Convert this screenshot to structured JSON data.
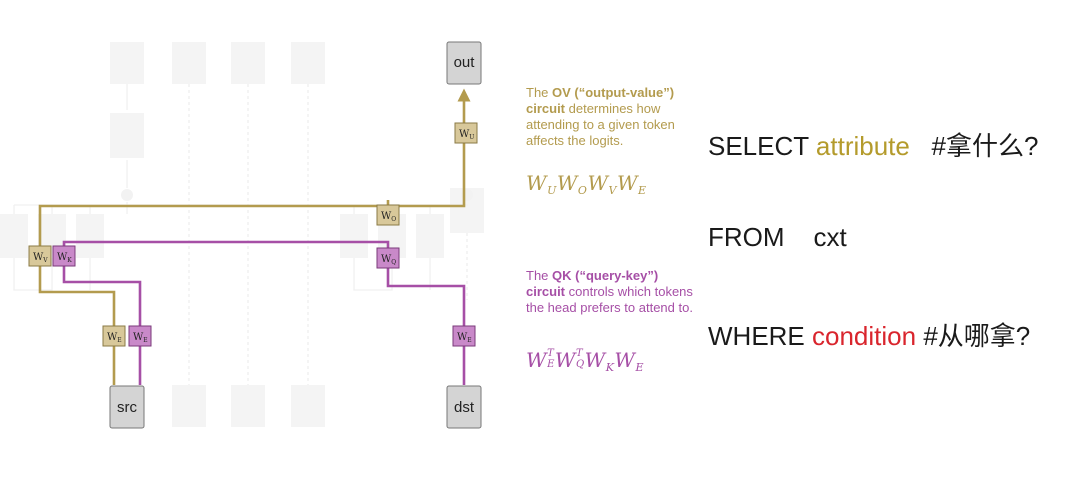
{
  "nodes": {
    "out": "out",
    "src": "src",
    "dst": "dst"
  },
  "weights": {
    "wu": {
      "base": "W",
      "sub": "U"
    },
    "wo": {
      "base": "W",
      "sub": "O"
    },
    "wv": {
      "base": "W",
      "sub": "V"
    },
    "wk": {
      "base": "W",
      "sub": "K"
    },
    "wq": {
      "base": "W",
      "sub": "Q"
    },
    "we": {
      "base": "W",
      "sub": "E"
    }
  },
  "ov_text": {
    "prefix": "The ",
    "bold1": "OV (“output-value”)",
    "bold2": "circuit",
    "rest": " determines how attending to a given token affects the logits."
  },
  "ov_formula": {
    "parts": [
      [
        "W",
        "U"
      ],
      [
        "W",
        "O"
      ],
      [
        "W",
        "V"
      ],
      [
        "W",
        "E"
      ]
    ]
  },
  "qk_text": {
    "prefix": "The ",
    "bold1": "QK (“query-key”)",
    "bold2": "circuit",
    "rest": " controls which tokens the head prefers to attend to."
  },
  "qk_formula": {
    "parts": [
      [
        "W",
        "E",
        "T"
      ],
      [
        "W",
        "Q",
        "T"
      ],
      [
        "W",
        "K",
        ""
      ],
      [
        "W",
        "E",
        ""
      ]
    ]
  },
  "sql": {
    "select_kw": "SELECT",
    "select_field": "attribute",
    "select_comment": "#拿什么?",
    "from_kw": "FROM",
    "from_field": "cxt",
    "where_kw": "WHERE",
    "where_field": "condition",
    "where_comment": "#从哪拿?"
  },
  "colors": {
    "ov": "#b39b4e",
    "qk": "#a64fa6",
    "gold_text": "#b49b2c",
    "red_text": "#d9252d",
    "node_fill": "#d4d4d4"
  }
}
